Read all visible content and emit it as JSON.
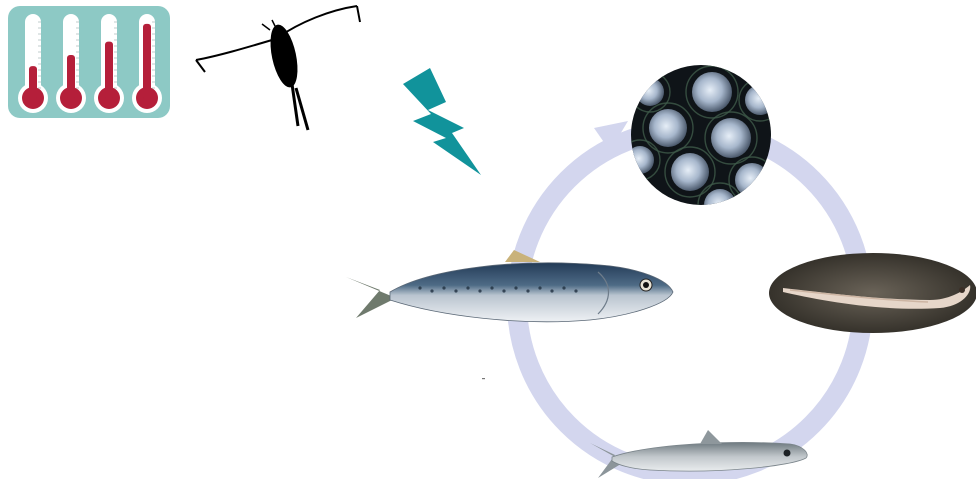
{
  "diagram": {
    "stressors": [
      {
        "id": "temperature",
        "icon": "thermometers-icon"
      },
      {
        "id": "zooplankton",
        "icon": "copepod-icon"
      },
      {
        "id": "impact",
        "icon": "lightning-bolt-icon"
      }
    ],
    "life_cycle_stages": [
      {
        "id": "eggs",
        "icon": "fish-eggs-icon"
      },
      {
        "id": "larva",
        "icon": "larva-icon"
      },
      {
        "id": "juvenile",
        "icon": "juvenile-fish-icon"
      },
      {
        "id": "adult",
        "icon": "adult-sardine-icon"
      }
    ],
    "colors": {
      "cycle_ring": "#d3d6ee",
      "thermo_panel": "#8dc9c5",
      "thermo_fill": "#b51f3a",
      "bolt": "#11939b",
      "copepod": "#000000",
      "sardine_back": "#2e4a66",
      "sardine_belly": "#d7dde3"
    },
    "thermometer_levels": [
      0.35,
      0.5,
      0.68,
      0.92
    ]
  }
}
